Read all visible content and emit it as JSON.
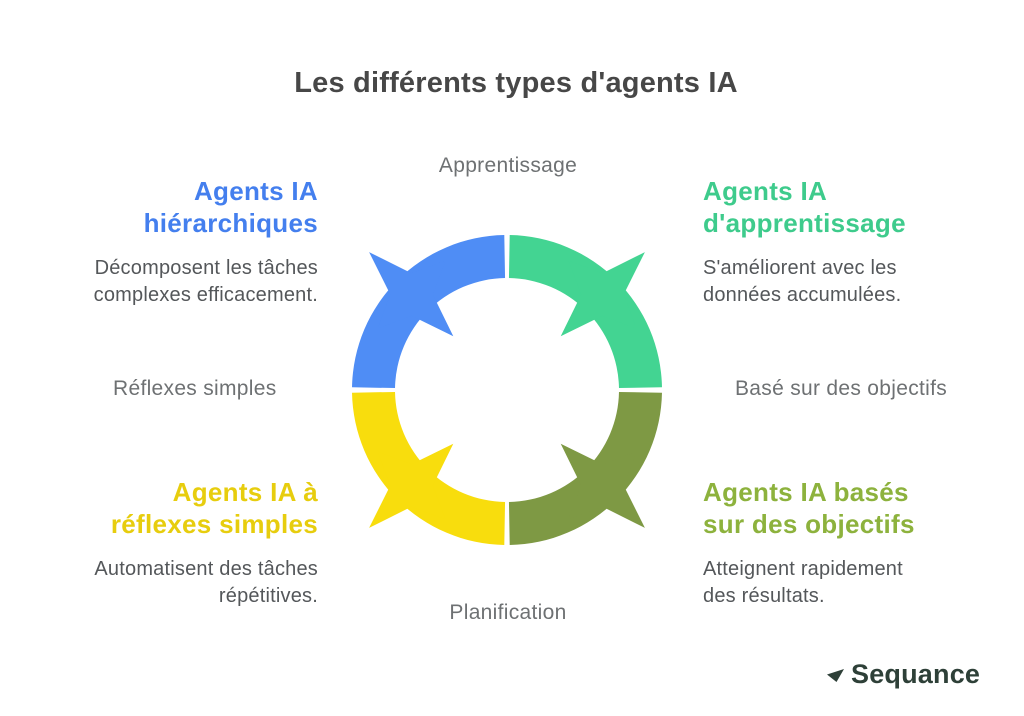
{
  "title": "Les différents types d'agents IA",
  "colors": {
    "title": "#474747",
    "body_text": "#54575a",
    "axis_label": "#6e7173",
    "background": "#ffffff"
  },
  "diagram": {
    "axis_labels": {
      "top": "Apprentissage",
      "bottom": "Planification",
      "left": "Réflexes simples",
      "right": "Basé sur des objectifs"
    },
    "segments": [
      {
        "name": "hierarchical",
        "position": "top-left",
        "color": "#4f8df5"
      },
      {
        "name": "learning",
        "position": "top-right",
        "color": "#43d492"
      },
      {
        "name": "simple-reflex",
        "position": "bottom-left",
        "color": "#f8dd0d"
      },
      {
        "name": "goal-based",
        "position": "bottom-right",
        "color": "#7e9944"
      }
    ]
  },
  "blocks": {
    "top_left": {
      "heading_line1": "Agents IA",
      "heading_line2": "hiérarchiques",
      "body_line1": "Décomposent les tâches",
      "body_line2": "complexes efficacement.",
      "accent_color": "#447fee"
    },
    "top_right": {
      "heading_line1": "Agents IA",
      "heading_line2": "d'apprentissage",
      "body_line1": "S'améliorent avec les",
      "body_line2": "données accumulées.",
      "accent_color": "#3ecb8c"
    },
    "bottom_left": {
      "heading_line1": "Agents IA à",
      "heading_line2": "réflexes simples",
      "body_line1": "Automatisent des tâches",
      "body_line2": "répétitives.",
      "accent_color": "#e7cd0e"
    },
    "bottom_right": {
      "heading_line1": "Agents IA basés",
      "heading_line2": "sur des objectifs",
      "body_line1": "Atteignent rapidement",
      "body_line2": "des résultats.",
      "accent_color": "#8db23d"
    }
  },
  "logo": {
    "text": "Sequance",
    "color": "#2e4038"
  }
}
